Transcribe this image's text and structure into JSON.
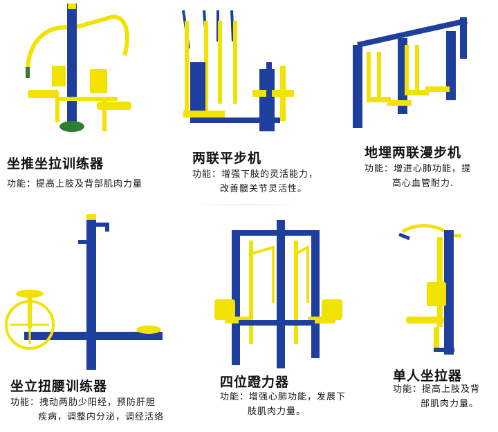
{
  "products": [
    {
      "name": "坐推坐拉训练器",
      "desc_line1": "功能：提高上肢及背部肌肉力量",
      "desc_line2": ""
    },
    {
      "name": "两联平步机",
      "desc_line1": "功能：增强下肢的灵活能力，",
      "desc_line2": "改善髋关节灵活性。"
    },
    {
      "name": "地埋两联漫步机",
      "desc_line1": "功能：增进心肺功能，提",
      "desc_line2": "高心血管耐力."
    },
    {
      "name": "坐立扭腰训练器",
      "desc_line1": "功能：拽动两肋少阳经，预防肝胆",
      "desc_line2": "疾病，调整内分泌，调经活络"
    },
    {
      "name": "四位蹬力器",
      "desc_line1": "功能：增强心肺功能，发展下",
      "desc_line2": "肢肌肉力量。"
    },
    {
      "name": "单人坐拉器",
      "desc_line1": "功能：提高上肢及背",
      "desc_line2": "部肌肉力量。"
    }
  ],
  "colors": {
    "frame_blue": "#1f3f9e",
    "part_yellow": "#f2e200",
    "accent_green": "#2e7d32"
  }
}
